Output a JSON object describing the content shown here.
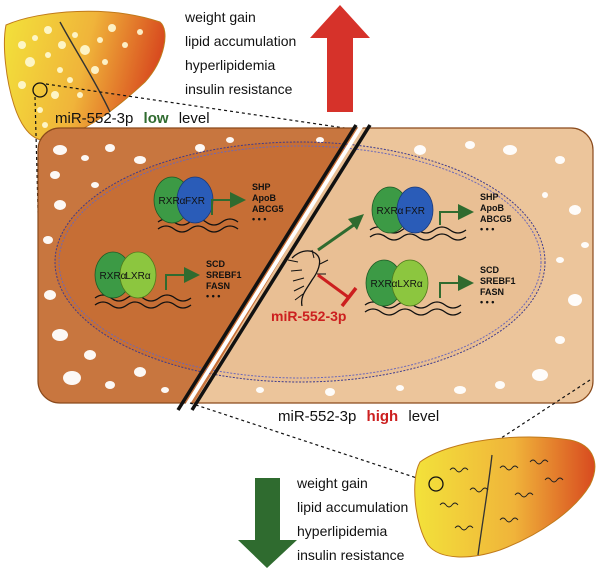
{
  "top_effects": {
    "items": [
      "weight gain",
      "lipid accumulation",
      "hyperlipidemia",
      "insulin resistance"
    ],
    "arrow_color": "#d6322a"
  },
  "bottom_effects": {
    "items": [
      "weight gain",
      "lipid accumulation",
      "hyperlipidemia",
      "insulin resistance"
    ],
    "arrow_color": "#2f6b2f"
  },
  "low_label": {
    "prefix": "miR-552-3p",
    "emphasis": "low",
    "suffix": "level",
    "emphasis_color": "#2f6b2f"
  },
  "high_label": {
    "prefix": "miR-552-3p",
    "emphasis": "high",
    "suffix": "level",
    "emphasis_color": "#cc1f1f"
  },
  "left_panel": {
    "complex1": {
      "a": "RXRα",
      "b": "FXR",
      "genes": [
        "SHP",
        "ApoB",
        "ABCG5",
        "• • •"
      ]
    },
    "complex2": {
      "a": "RXRα",
      "b": "LXRα",
      "genes": [
        "SCD",
        "SREBF1",
        "FASN",
        "• • •"
      ]
    }
  },
  "right_panel": {
    "complex1": {
      "a": "RXRα",
      "b": "FXR",
      "genes": [
        "SHP",
        "ApoB",
        "ABCG5",
        "• • •"
      ]
    },
    "complex2": {
      "a": "RXRα",
      "b": "LXRα",
      "genes": [
        "SCD",
        "SREBF1",
        "FASN",
        "• • •"
      ]
    },
    "mirna_label": "miR-552-3p"
  },
  "colors": {
    "cell_dark": "#c8763f",
    "cell_light": "#ecc59b",
    "rxr": "#3c9a45",
    "fxr": "#2a5cb8",
    "lxr": "#8cc63f",
    "arrow": "#2f6b2f",
    "inhibit": "#cc1f1f",
    "nucleus": "#3d3b8e"
  }
}
